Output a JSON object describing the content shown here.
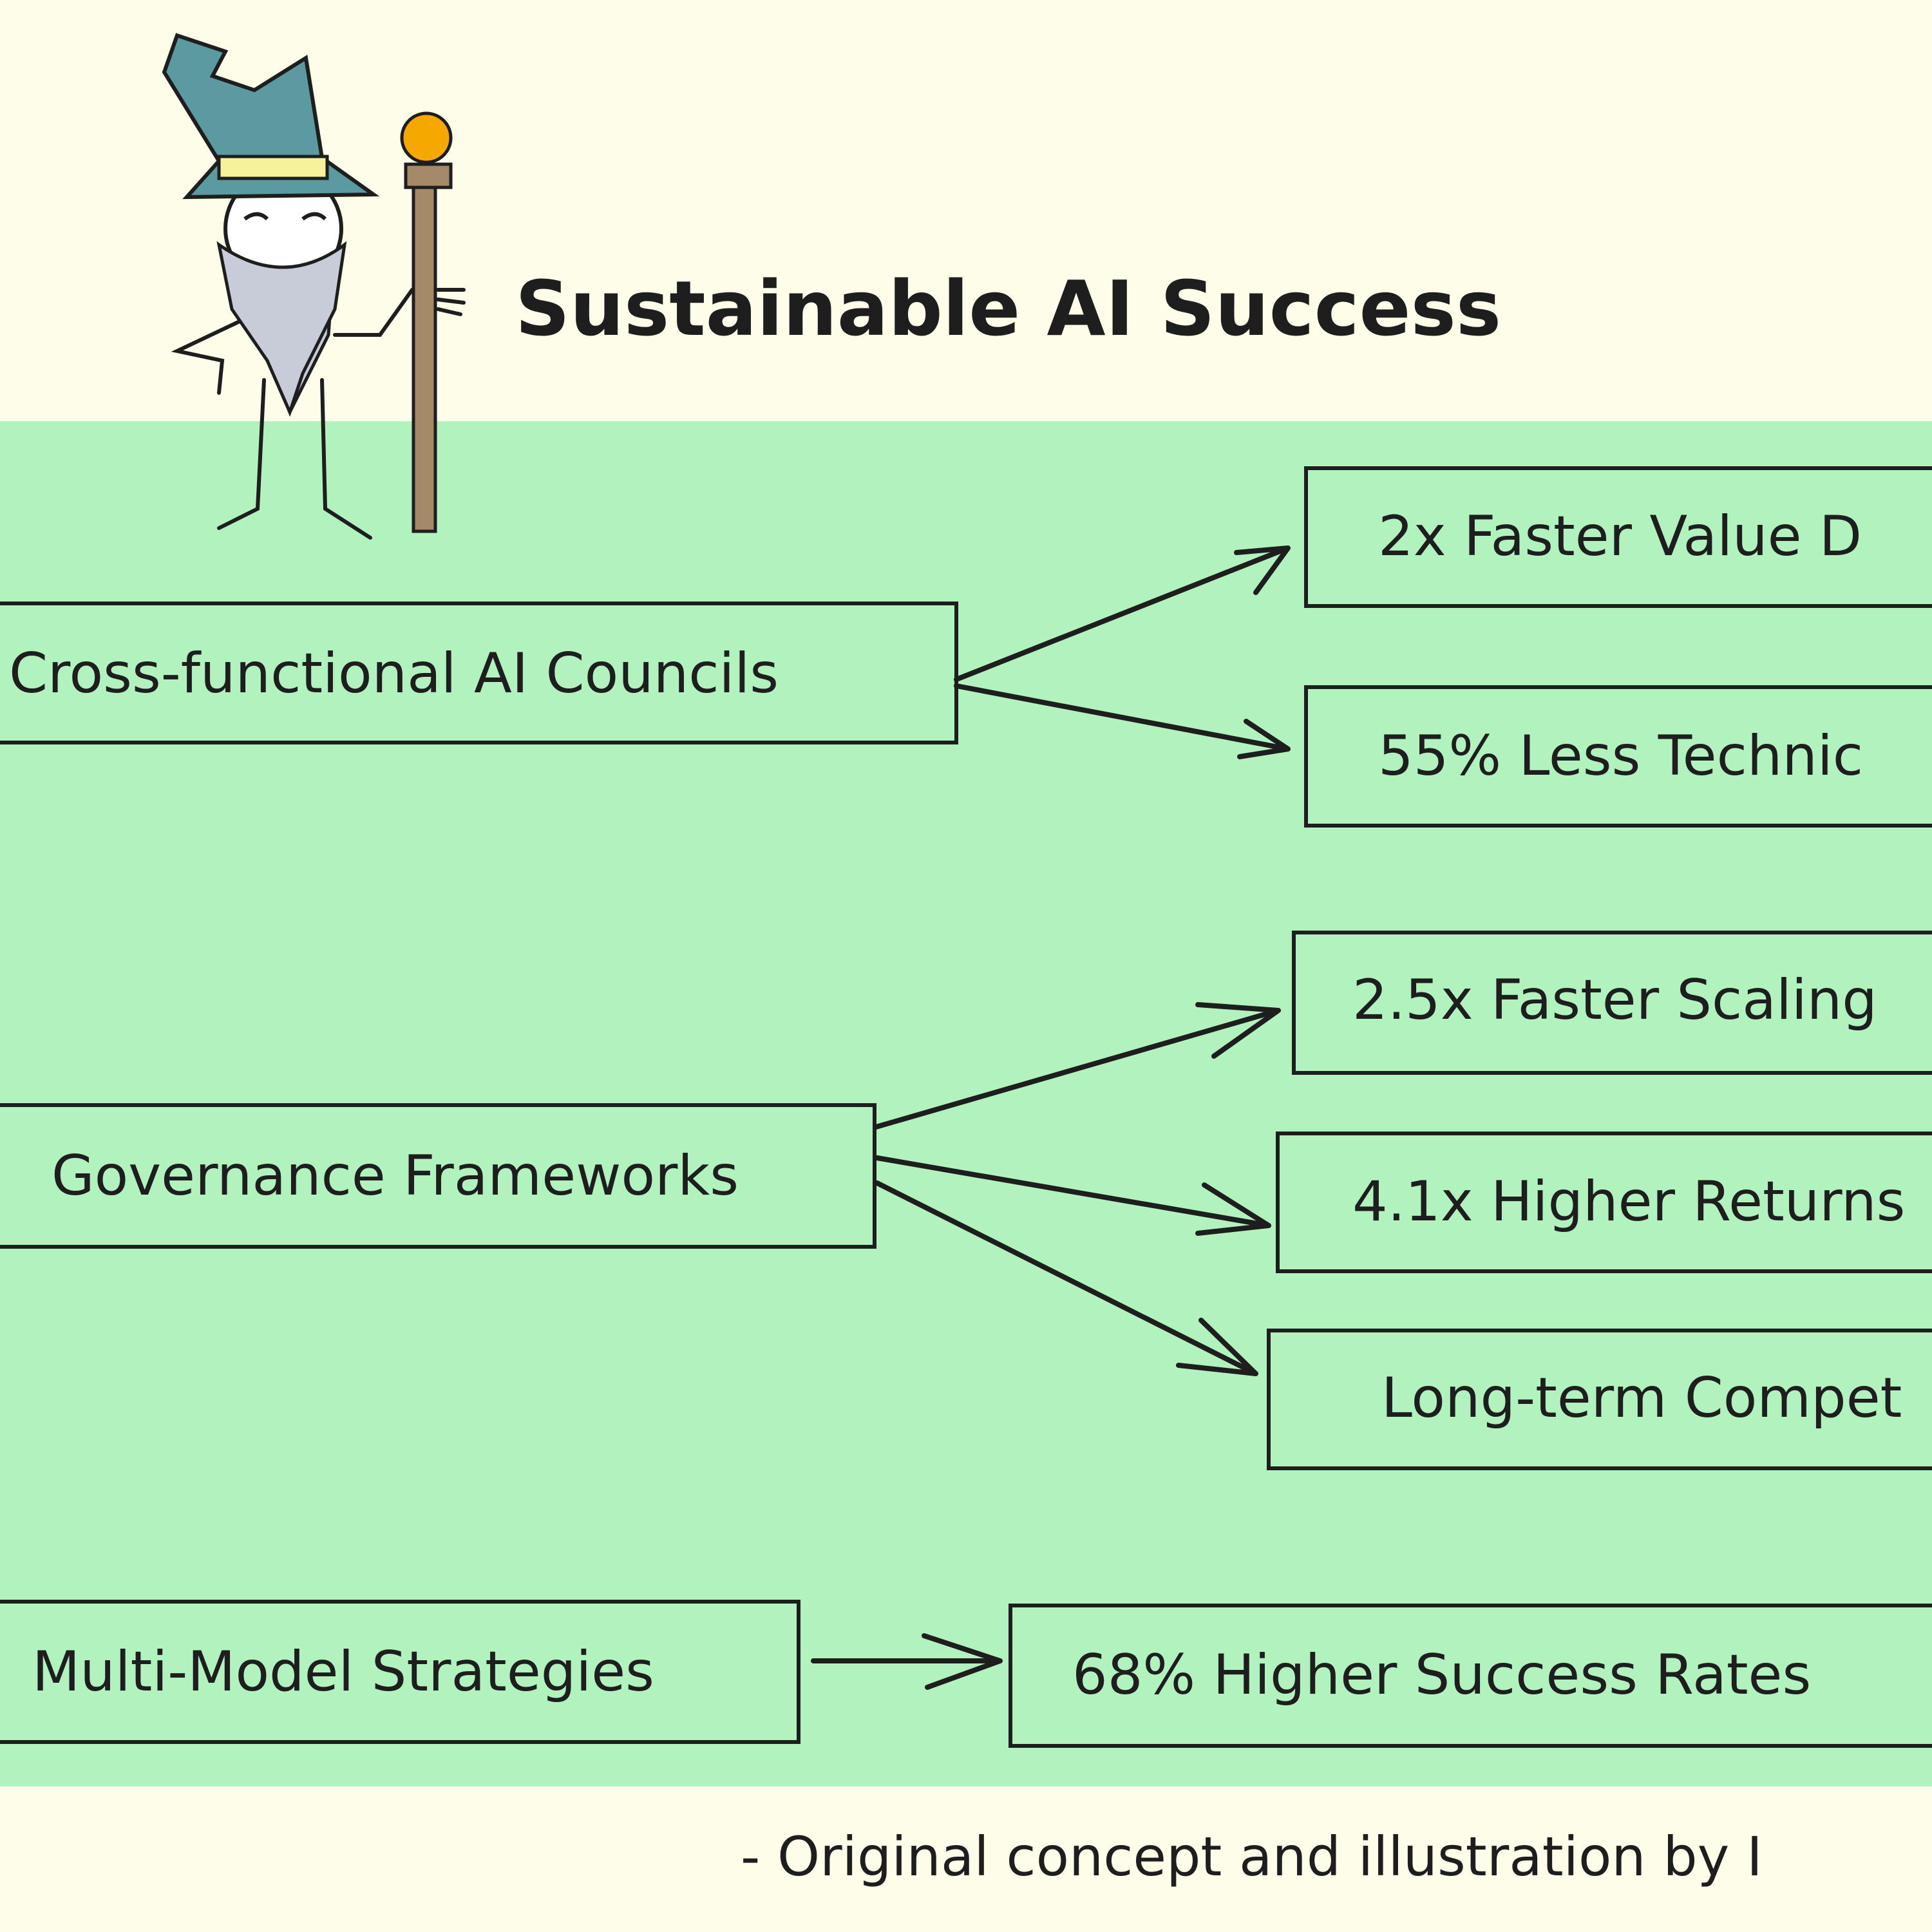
{
  "title": "Sustainable AI Success",
  "colors": {
    "background": "#fefde9",
    "band": "#b1f2bf",
    "ink": "#1e1e1e",
    "hat": "#5b9aa0",
    "staff": "#a58a6a",
    "orb": "#f5a900"
  },
  "sources": [
    {
      "label": "Cross-functional AI Councils",
      "outcomes": [
        "2x Faster Value D",
        "55% Less Technic"
      ]
    },
    {
      "label": "Governance Frameworks",
      "outcomes": [
        "2.5x Faster Scaling",
        "4.1x Higher Returns",
        "Long-term Compet"
      ]
    },
    {
      "label": "Multi-Model Strategies",
      "outcomes": [
        "68% Higher Success Rates"
      ]
    }
  ],
  "footer": "- Original concept and illustration by I"
}
